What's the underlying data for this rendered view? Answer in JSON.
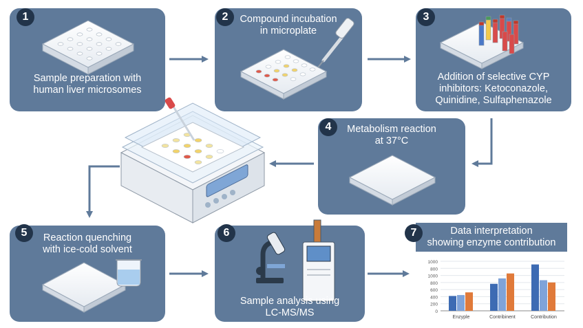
{
  "steps": [
    {
      "number": "1",
      "label_lines": [
        "Sample preparation with",
        "human liver microsomes"
      ]
    },
    {
      "number": "2",
      "label_lines": [
        "Compound incubation",
        "in microplate"
      ]
    },
    {
      "number": "3",
      "label_lines": [
        "Addition of selective CYP",
        "inhibitors: Ketoconazole,",
        "Quinidine, Sulfaphenazole"
      ]
    },
    {
      "number": "4",
      "label_lines": [
        "Metabolism reaction",
        "at 37°C"
      ]
    },
    {
      "number": "5",
      "label_lines": [
        "Reaction quenching",
        "with ice-cold solvent"
      ]
    },
    {
      "number": "6",
      "label_lines": [
        "Sample analysis using",
        "LC-MS/MS"
      ]
    },
    {
      "number": "7",
      "label_lines": [
        "Data interpretation",
        "showing enzyme contribution"
      ]
    }
  ],
  "colors": {
    "box": "#5f7a9a",
    "badge": "#22344a",
    "arrow": "#5f7a9a"
  },
  "chart_data": {
    "type": "bar",
    "categories": [
      "Enzyple",
      "Contribinent",
      "Contribution"
    ],
    "series": [
      {
        "values": [
          330,
          600,
          1030
        ],
        "color": "#3d6bb3"
      },
      {
        "values": [
          350,
          720,
          680
        ],
        "color": "#7fa3d9"
      },
      {
        "values": [
          410,
          830,
          630
        ],
        "color": "#e07a3a"
      }
    ],
    "yticks": [
      "1000",
      "800",
      "1000",
      "800",
      "600",
      "400",
      "200",
      "0"
    ],
    "ylim": [
      0,
      1100
    ],
    "grid": true
  }
}
